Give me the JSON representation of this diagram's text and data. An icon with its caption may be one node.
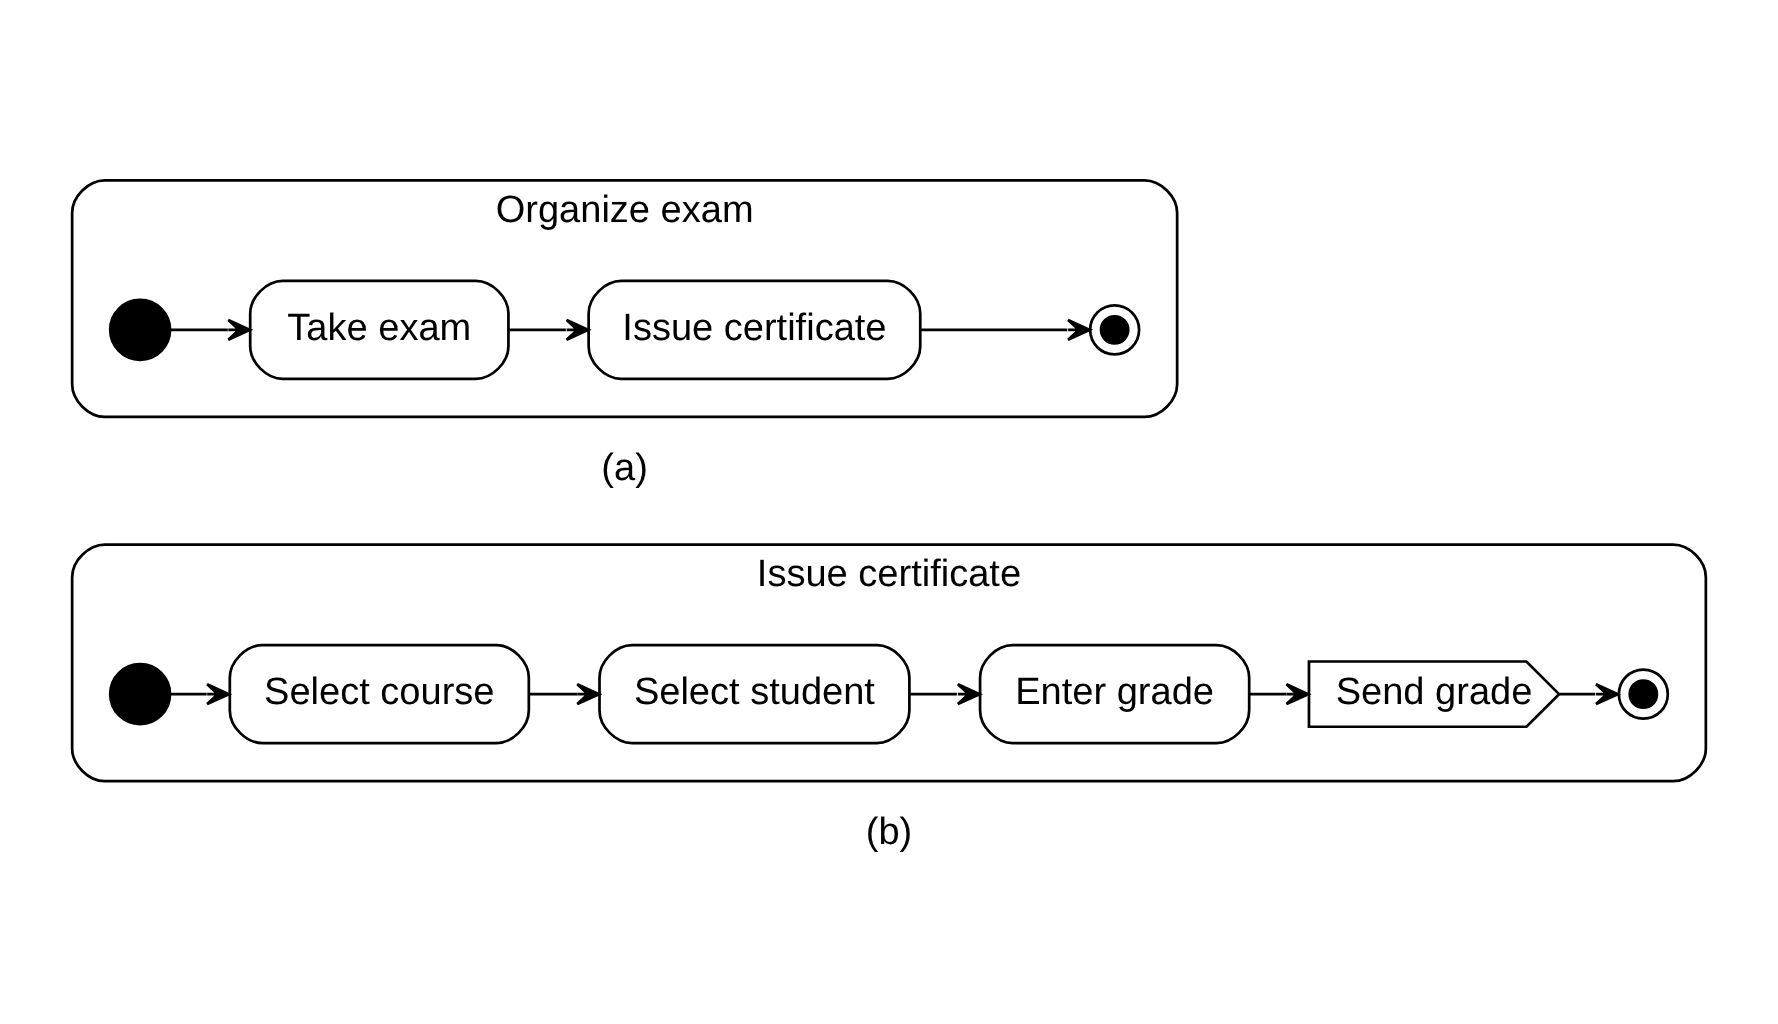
{
  "diagram": {
    "nodes": [
      {
        "text": [
          "Organize exam"
        ],
        "beside": [
          "(a)"
        ]
      },
      {
        "text": [],
        "shape": "circle",
        "in": 0
      },
      {
        "text": [
          "Take exam"
        ],
        "in": 0
      },
      {
        "text": [
          "Issue certificate"
        ],
        "in": 0
      },
      {
        "text": [],
        "shape": "bullseye",
        "in": 0
      },
      {
        "text": [
          "Issue certificate"
        ],
        "beside": [
          "(b)"
        ]
      },
      {
        "text": [],
        "shape": "circle",
        "in": 5
      },
      {
        "text": [
          "Select course"
        ],
        "in": 5
      },
      {
        "text": [
          "Select student"
        ],
        "in": 5
      },
      {
        "text": [
          "Enter grade"
        ],
        "in": 5
      },
      {
        "text": [
          "Send grade"
        ],
        "in": 5
      },
      {
        "text": [],
        "shape": "bullseye",
        "in": 5
      }
    ],
    "edges": [
      {
        "from": 1,
        "to": 2,
        "arrow": "to"
      },
      {
        "from": 2,
        "to": 3,
        "arrow": "to"
      },
      {
        "from": 3,
        "to": 4,
        "arrow": "to"
      },
      {
        "from": 6,
        "to": 7,
        "arrow": "to"
      },
      {
        "from": 7,
        "to": 8,
        "arrow": "to"
      },
      {
        "from": 8,
        "to": 9,
        "arrow": "to"
      },
      {
        "from": 9,
        "to": 10,
        "arrow": "to"
      },
      {
        "from": 10,
        "to": 11,
        "arrow": "to"
      }
    ]
  }
}
